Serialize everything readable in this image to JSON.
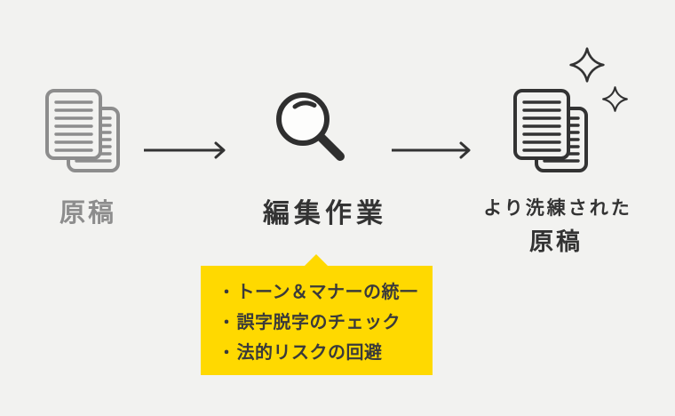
{
  "colors": {
    "background": "#f2f2f0",
    "ink": "#333333",
    "muted": "#8d8d8d",
    "accent-yellow": "#ffd900",
    "callout-text": "#3a3a3a"
  },
  "icons": {
    "step1": "documents-icon",
    "step2": "magnifier-icon",
    "step3": "sparkling-documents-icon",
    "connector": "arrow-right-icon",
    "decoration": "sparkle-icon"
  },
  "flow": {
    "steps": [
      {
        "label": "原稿"
      },
      {
        "label": "編集作業"
      },
      {
        "label_line1": "より洗練された",
        "label_line2": "原稿"
      }
    ]
  },
  "callout": {
    "bullet": "・",
    "items": [
      "トーン＆マナーの統一",
      "誤字脱字のチェック",
      "法的リスクの回避"
    ]
  }
}
